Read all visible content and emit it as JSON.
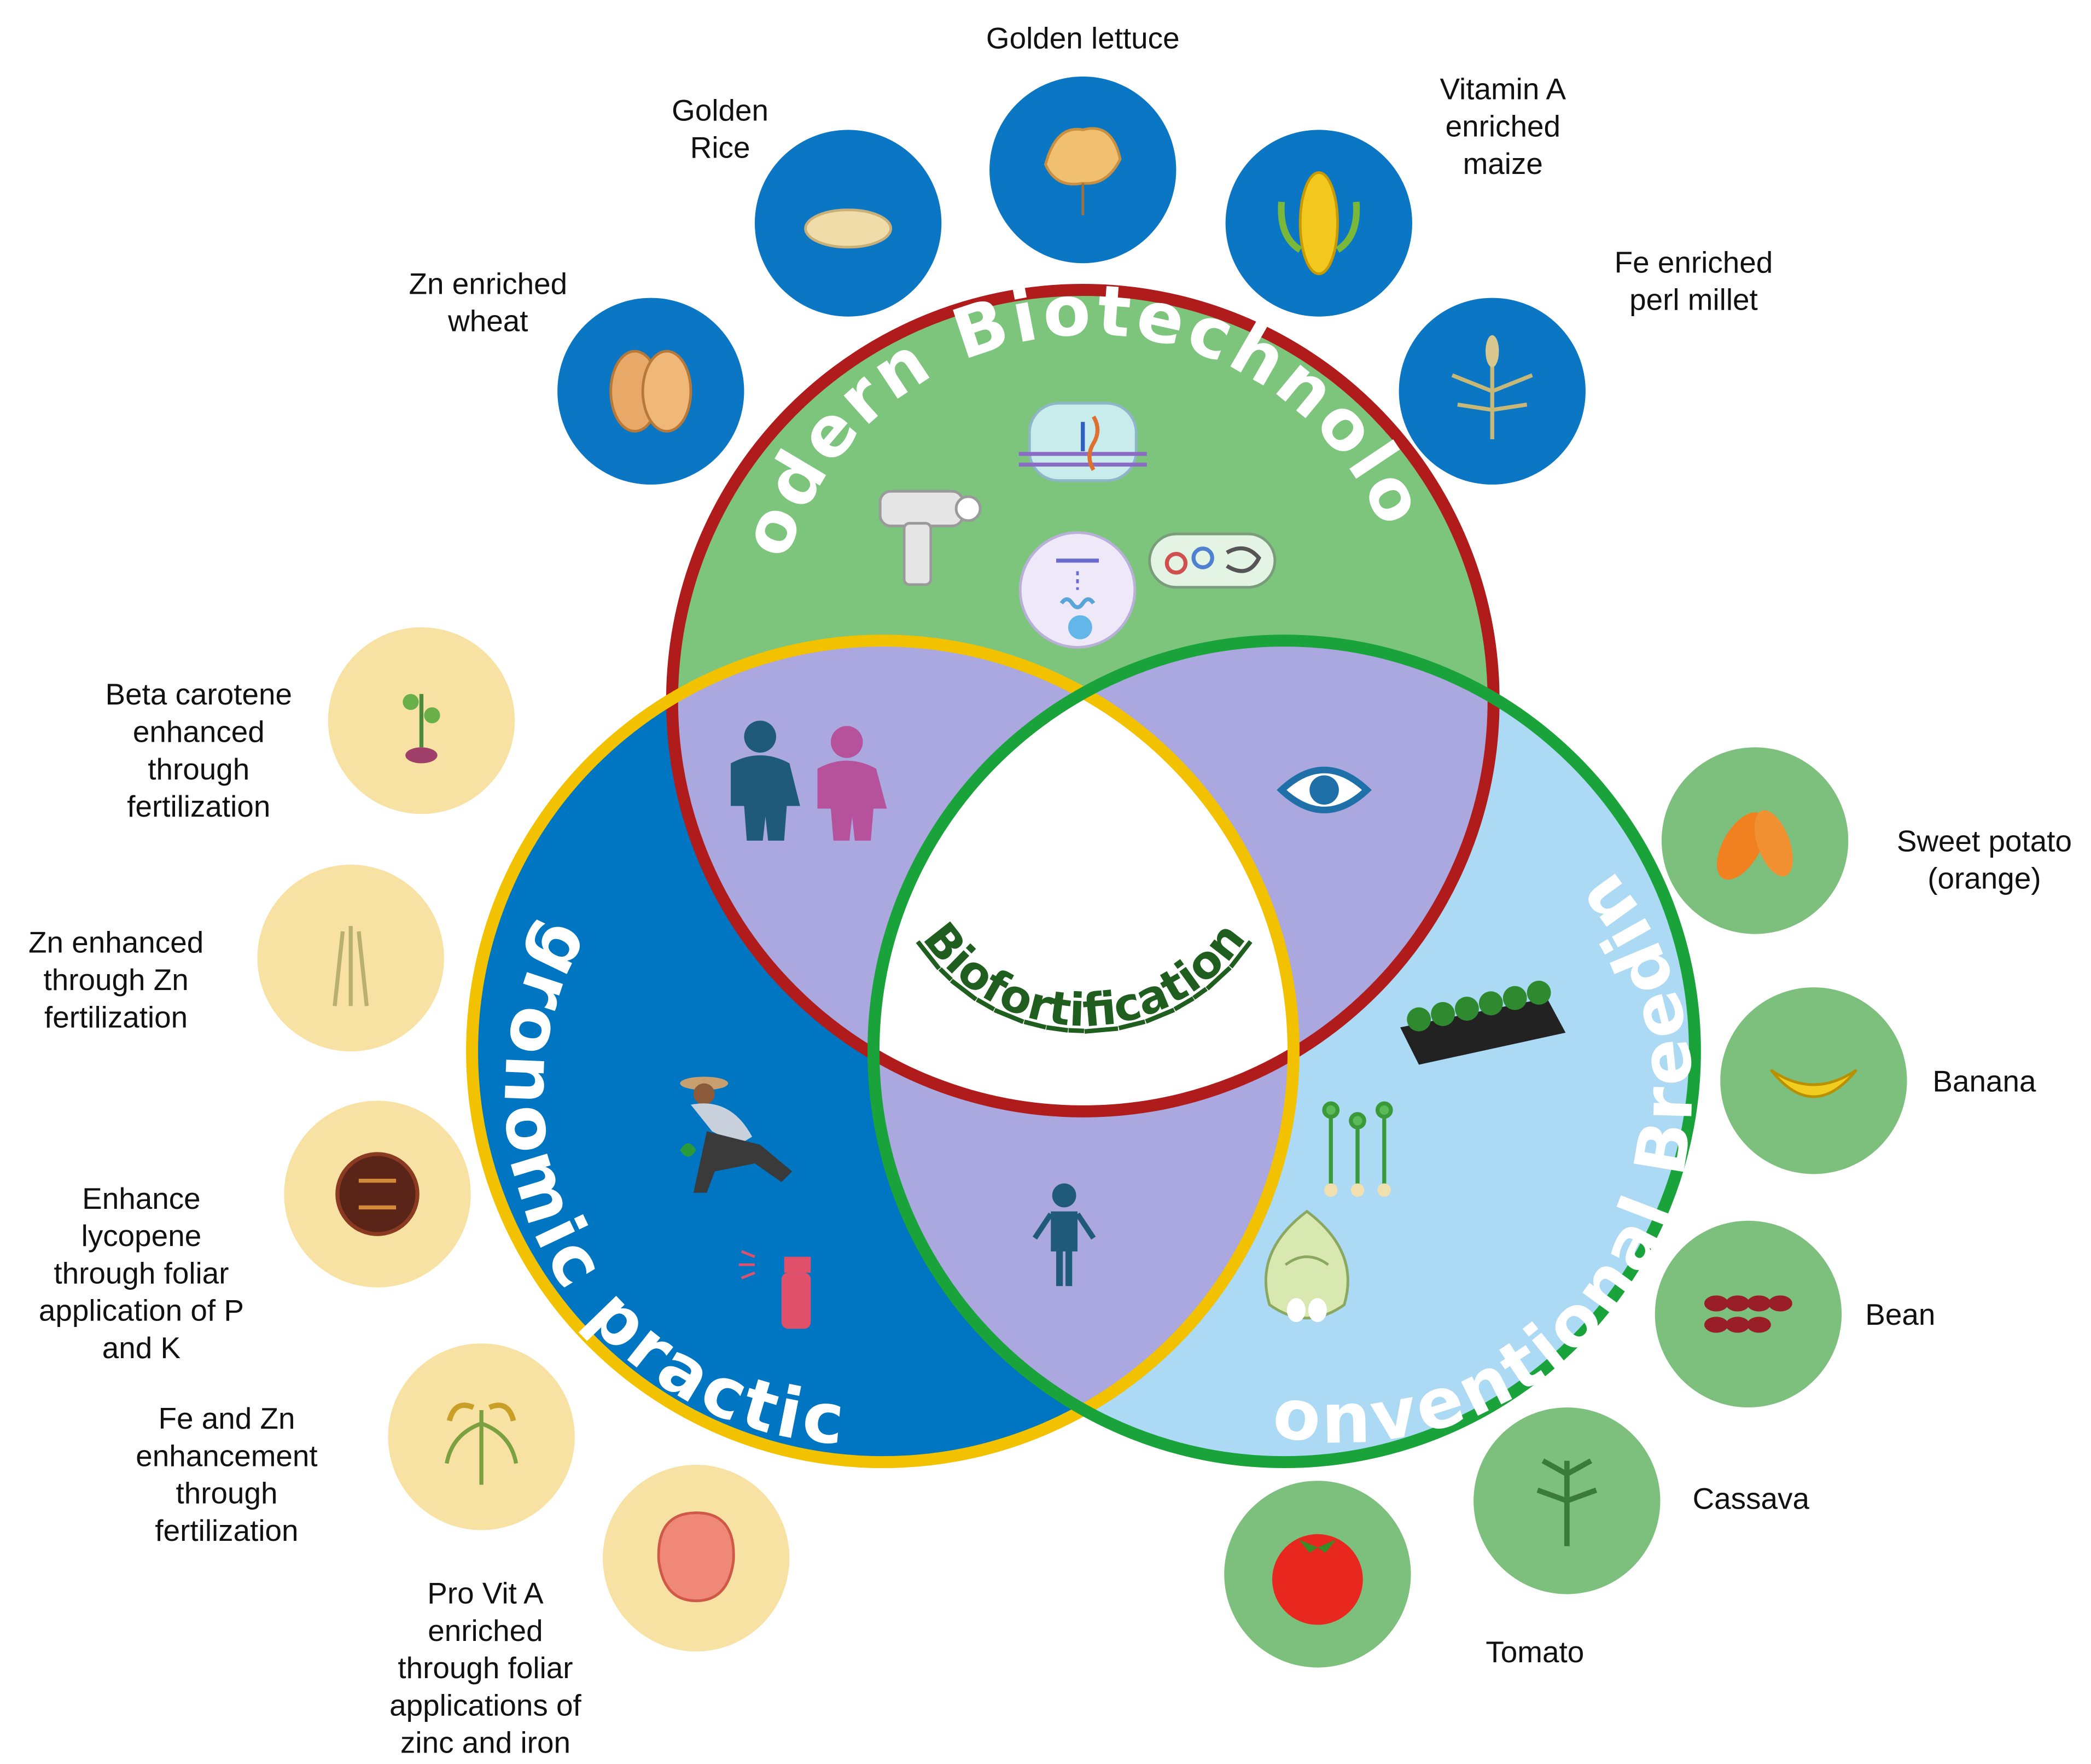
{
  "center": {
    "title": "Biofortification"
  },
  "circles": {
    "biotech": {
      "title": "Modern Biotechnology",
      "fill": "#7dc57d",
      "stroke": "#b01c1c"
    },
    "agro": {
      "title": "Agronomic practices",
      "fill": "#0076c2",
      "stroke": "#f2c200"
    },
    "breeding": {
      "title": "Conventional Breeding",
      "fill": "#acd9f3",
      "stroke": "#1aa33a"
    },
    "overlap_fill": "#aaa8de"
  },
  "biotech_crops": [
    {
      "icon": "wheat-grain-icon",
      "label": [
        "Zn enriched",
        "wheat"
      ]
    },
    {
      "icon": "rice-grain-icon",
      "label": [
        "Golden",
        "Rice"
      ]
    },
    {
      "icon": "lettuce-icon",
      "label": [
        "Golden lettuce"
      ]
    },
    {
      "icon": "maize-cob-icon",
      "label": [
        "Vitamin A",
        "enriched",
        "maize"
      ]
    },
    {
      "icon": "pearl-millet-icon",
      "label": [
        "Fe enriched",
        "perl millet"
      ]
    }
  ],
  "agronomic_crops": [
    {
      "icon": "sweet-potato-plant-icon",
      "label": [
        "Beta carotene",
        "enhanced",
        "through",
        "fertilization"
      ]
    },
    {
      "icon": "wheat-plant-icon",
      "label": [
        "Zn enhanced",
        "through Zn",
        "fertilization"
      ]
    },
    {
      "icon": "tomato-slice-icon",
      "label": [
        "Enhance",
        "lycopene",
        "through foliar",
        "application of P",
        "and K"
      ]
    },
    {
      "icon": "rice-plant-icon",
      "label": [
        "Fe and Zn",
        "enhancement",
        "through",
        "fertilization"
      ]
    },
    {
      "icon": "maize-kernel-icon",
      "label": [
        "Pro Vit A",
        "enriched",
        "through foliar",
        "applications of",
        "zinc and iron"
      ]
    }
  ],
  "breeding_crops": [
    {
      "icon": "sweet-potato-icon",
      "label": [
        "Sweet potato",
        "(orange)"
      ]
    },
    {
      "icon": "banana-icon",
      "label": [
        "Banana"
      ]
    },
    {
      "icon": "bean-icon",
      "label": [
        "Bean"
      ]
    },
    {
      "icon": "cassava-icon",
      "label": [
        "Cassava"
      ]
    },
    {
      "icon": "tomato-icon",
      "label": [
        "Tomato"
      ]
    }
  ],
  "badge_colors": {
    "biotech": "#0a76c4",
    "agronomic": "#f8e2a3",
    "breeding": "#7dc07d"
  }
}
